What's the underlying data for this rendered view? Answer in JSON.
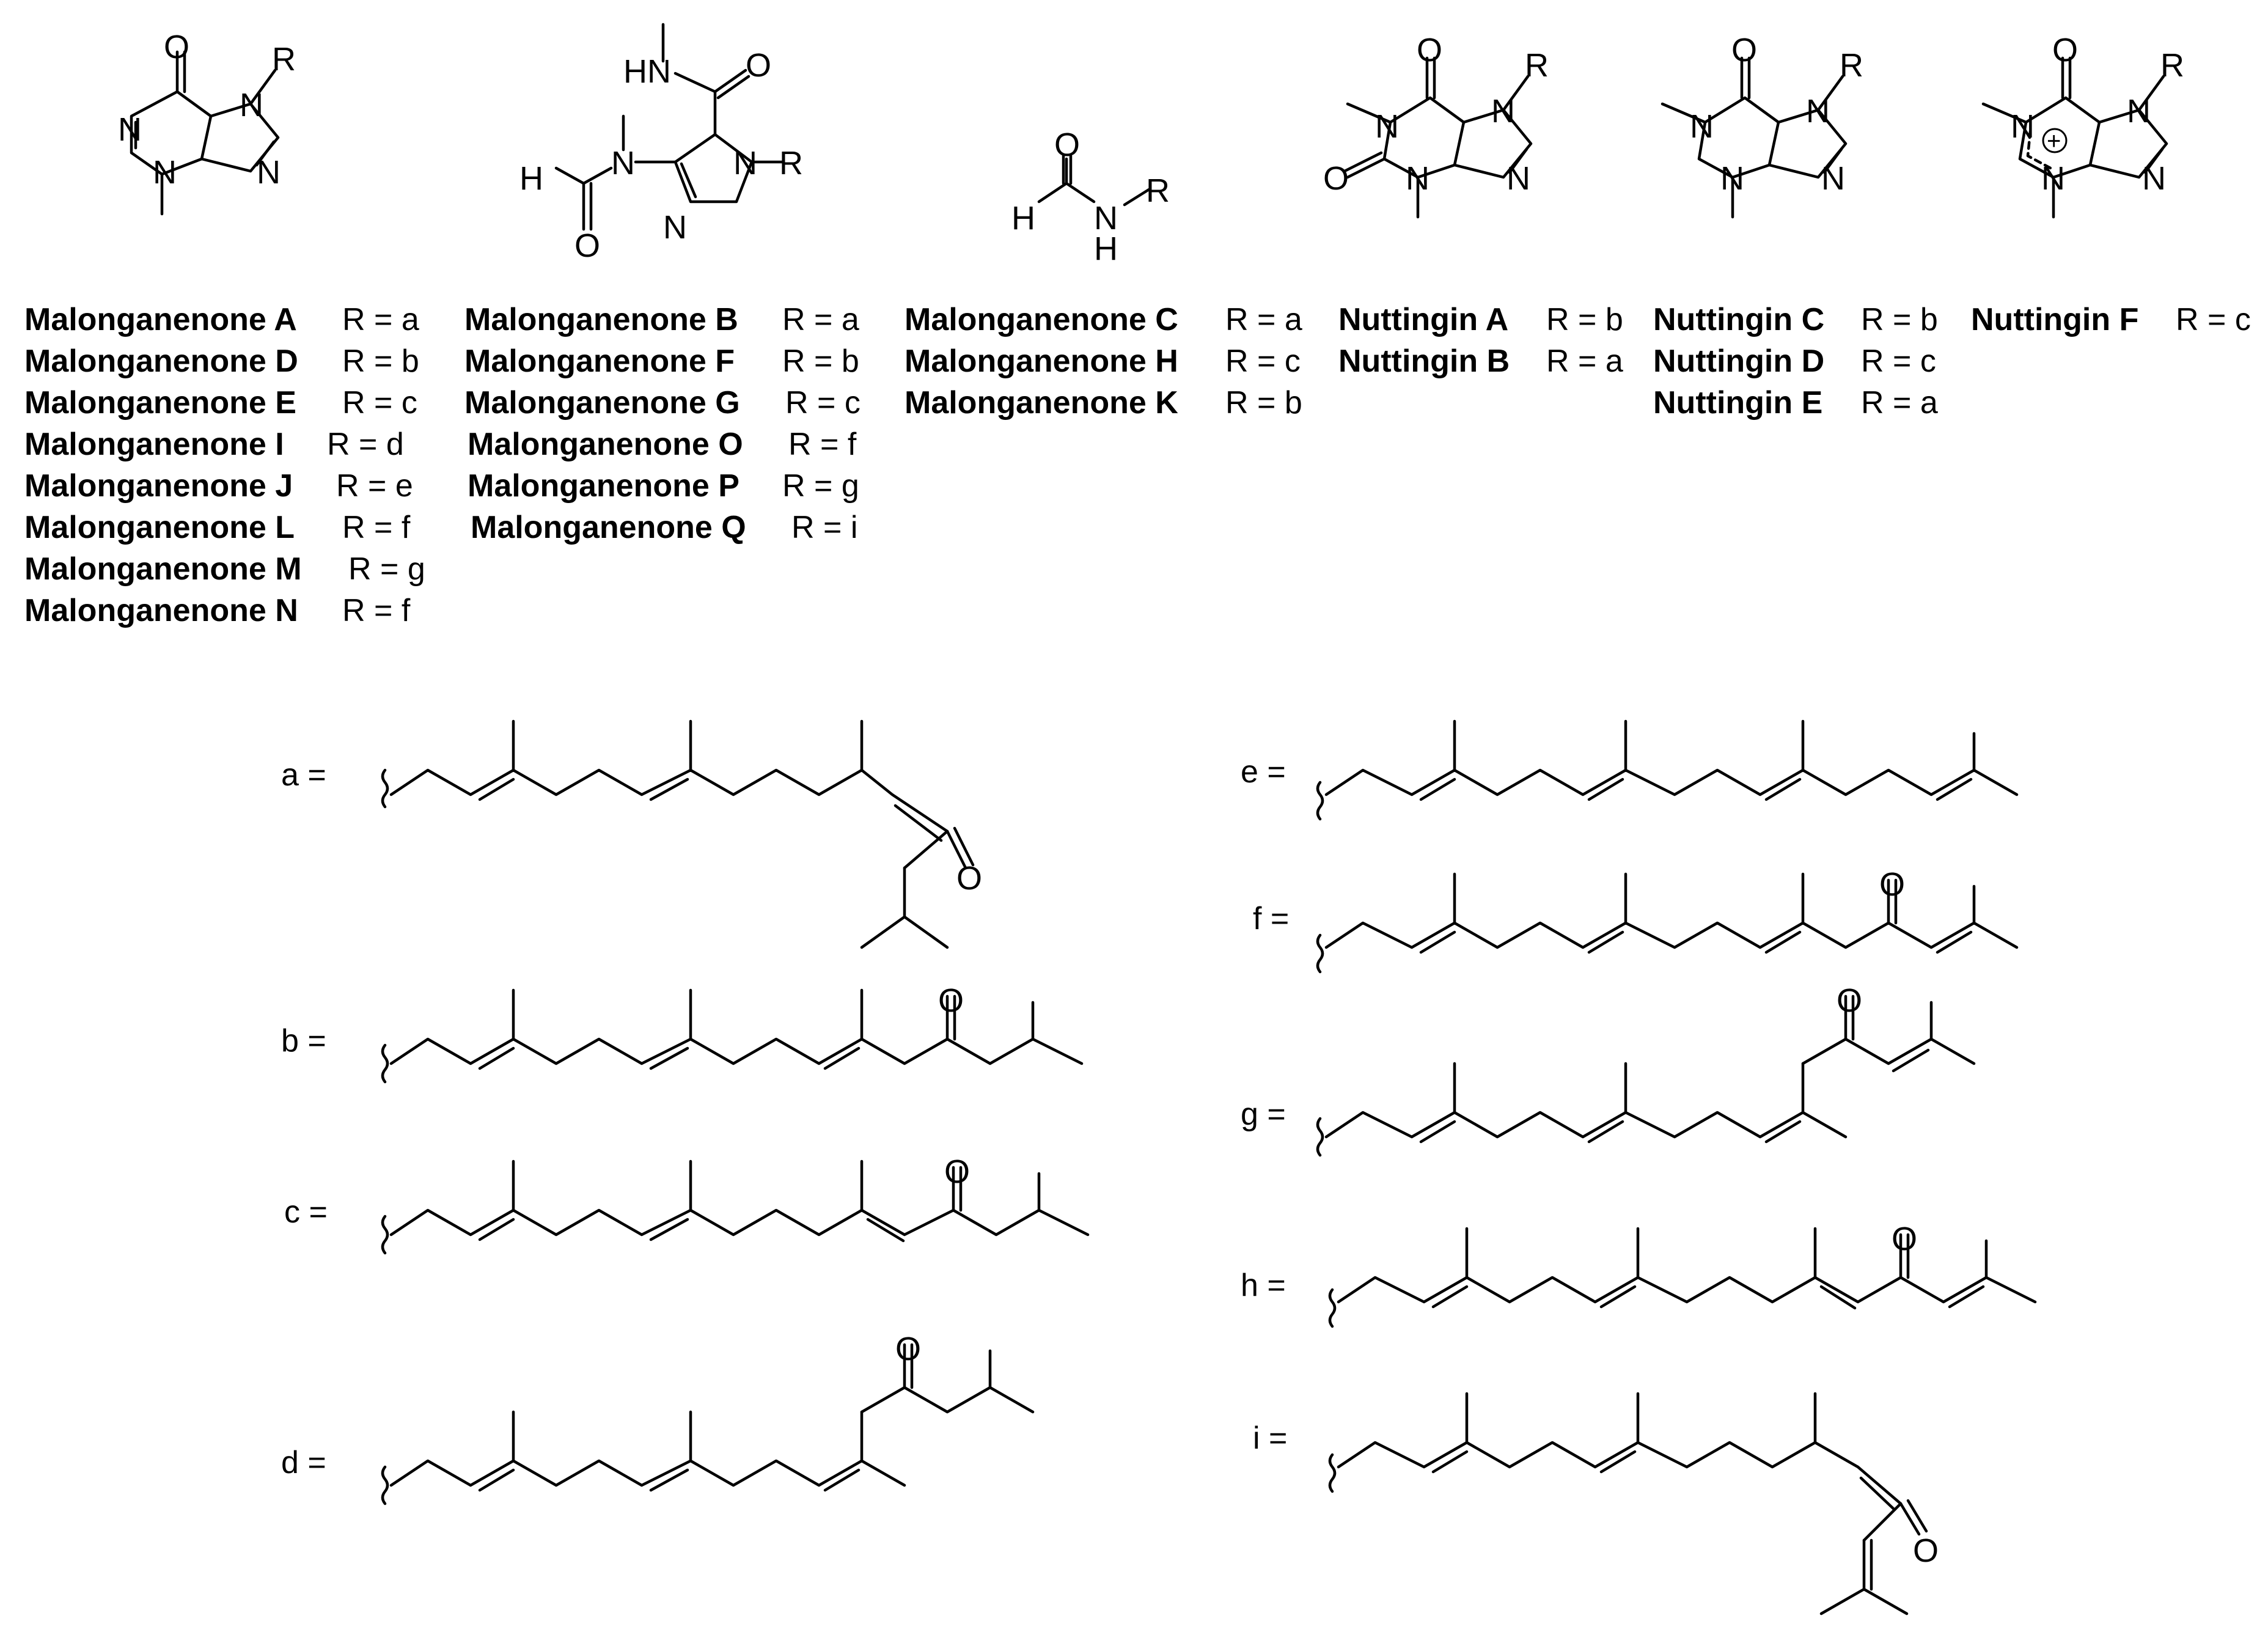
{
  "structures": [
    {
      "id": "s1",
      "labels": [
        "O",
        "N",
        "N",
        "N",
        "N",
        "R"
      ]
    },
    {
      "id": "s2",
      "labels": [
        "HN",
        "O",
        "H",
        "N",
        "O",
        "N",
        "N",
        "R"
      ]
    },
    {
      "id": "s3",
      "labels": [
        "O",
        "H",
        "N",
        "H",
        "R"
      ]
    },
    {
      "id": "s4",
      "labels": [
        "O",
        "R",
        "N",
        "N",
        "N",
        "N",
        "O"
      ]
    },
    {
      "id": "s5",
      "labels": [
        "O",
        "R",
        "N",
        "N",
        "N",
        "N"
      ]
    },
    {
      "id": "s6",
      "labels": [
        "O",
        "R",
        "N",
        "N",
        "N",
        "N",
        "+"
      ]
    }
  ],
  "compound_groups": [
    {
      "structure": "s1",
      "entries": [
        {
          "name": "Malonganenone A",
          "value": "R = a"
        },
        {
          "name": "Malonganenone D",
          "value": "R = b"
        },
        {
          "name": "Malonganenone E",
          "value": "R = c"
        },
        {
          "name": "Malonganenone I",
          "value": "R = d"
        },
        {
          "name": "Malonganenone J",
          "value": "R = e"
        },
        {
          "name": "Malonganenone L",
          "value": "R = f"
        },
        {
          "name": "Malonganenone M",
          "value": "R = g"
        },
        {
          "name": "Malonganenone N",
          "value": "R = f"
        }
      ]
    },
    {
      "structure": "s2",
      "entries": [
        {
          "name": "Malonganenone B",
          "value": "R = a"
        },
        {
          "name": "Malonganenone F",
          "value": "R = b"
        },
        {
          "name": "Malonganenone G",
          "value": "R = c"
        },
        {
          "name": "Malonganenone O",
          "value": "R = f"
        },
        {
          "name": "Malonganenone P",
          "value": "R = g"
        },
        {
          "name": "Malonganenone Q",
          "value": "R = i"
        }
      ]
    },
    {
      "structure": "s3",
      "entries": [
        {
          "name": "Malonganenone C",
          "value": "R = a"
        },
        {
          "name": "Malonganenone H",
          "value": "R = c"
        },
        {
          "name": "Malonganenone K",
          "value": "R = b"
        }
      ]
    },
    {
      "structure": "s4",
      "entries": [
        {
          "name": "Nuttingin A",
          "value": "R = b"
        },
        {
          "name": "Nuttingin B",
          "value": "R = a"
        }
      ]
    },
    {
      "structure": "s5",
      "entries": [
        {
          "name": "Nuttingin C",
          "value": "R = b"
        },
        {
          "name": "Nuttingin D",
          "value": "R = c"
        },
        {
          "name": "Nuttingin E",
          "value": "R = a"
        }
      ]
    },
    {
      "structure": "s6",
      "entries": [
        {
          "name": "Nuttingin F",
          "value": "R = c"
        }
      ]
    }
  ],
  "side_chains": [
    {
      "label": "a =",
      "ketone_label": "O"
    },
    {
      "label": "b =",
      "ketone_label": "O"
    },
    {
      "label": "c =",
      "ketone_label": "O"
    },
    {
      "label": "d =",
      "ketone_label": "O"
    },
    {
      "label": "e =",
      "ketone_label": ""
    },
    {
      "label": "f =",
      "ketone_label": "O"
    },
    {
      "label": "g =",
      "ketone_label": "O"
    },
    {
      "label": "h =",
      "ketone_label": "O"
    },
    {
      "label": "i =",
      "ketone_label": "O"
    }
  ]
}
